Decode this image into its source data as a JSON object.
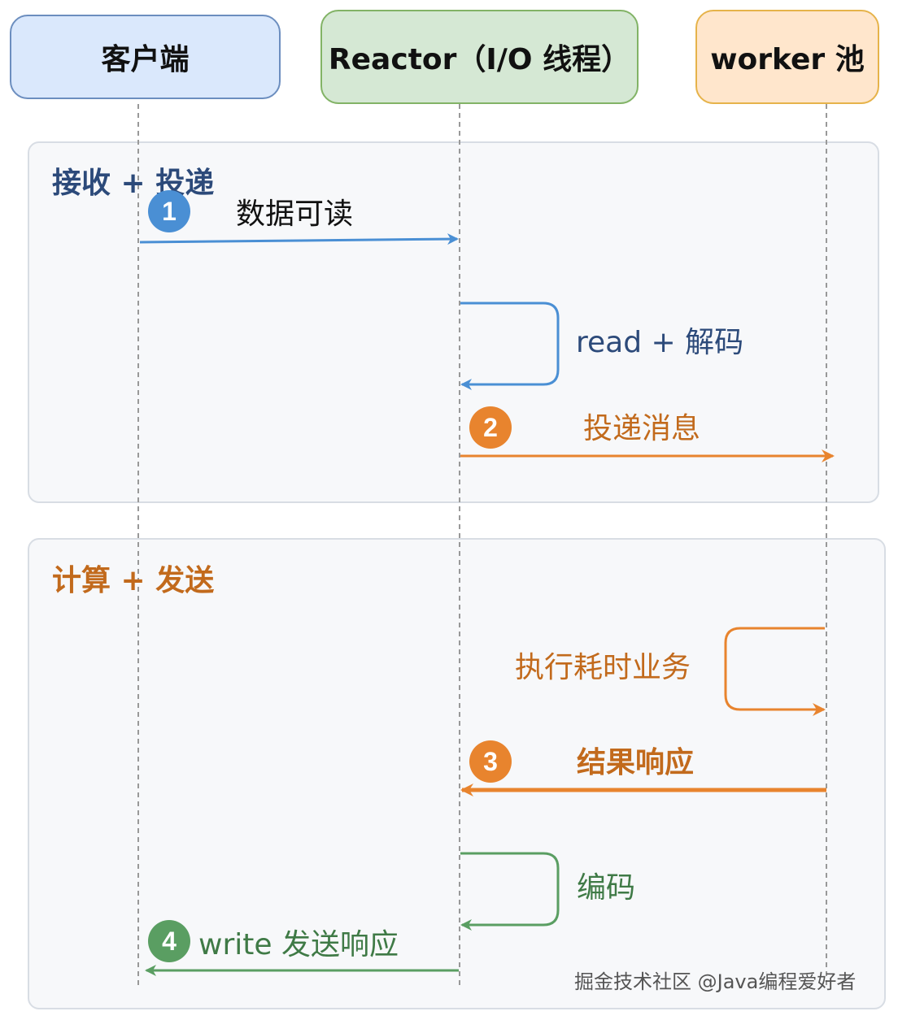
{
  "participants": {
    "client": "客户端",
    "reactor": "Reactor（I/O 线程）",
    "worker": "worker 池"
  },
  "sections": [
    {
      "title": "接收 + 投递"
    },
    {
      "title": "计算 +  发送"
    }
  ],
  "steps": {
    "s1": {
      "num": "1",
      "label": "数据可读"
    },
    "self_read": {
      "label": "read + 解码"
    },
    "s2": {
      "num": "2",
      "label": "投递消息"
    },
    "self_exec": {
      "label": "执行耗时业务"
    },
    "s3": {
      "num": "3",
      "label": "结果响应"
    },
    "self_encode": {
      "label": "编码"
    },
    "s4": {
      "num": "4",
      "label": "write 发送响应"
    }
  },
  "watermark": "掘金技术社区 @Java编程爱好者",
  "colors": {
    "blue": "#4a8fd4",
    "orange": "#e8842e",
    "green": "#5a9e62",
    "dark_blue": "#2c4a7a",
    "dark_orange": "#c26a1c"
  }
}
